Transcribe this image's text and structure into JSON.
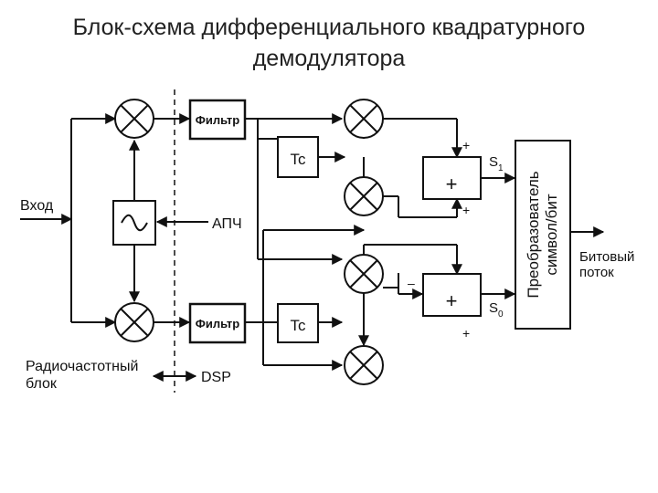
{
  "title": {
    "line1": "Блок-схема дифференциального квадратурного",
    "line2": "демодулятора"
  },
  "labels": {
    "input": "Вход",
    "afc": "АПЧ",
    "filter_top": "Фильтр",
    "filter_bottom": "Фильтр",
    "delay_top": "Tc",
    "delay_bottom": "Tc",
    "adder_top": "+",
    "adder_bottom": "+",
    "s1_letter": "S",
    "s1_sub": "1",
    "s0_letter": "S",
    "s0_sub": "0",
    "plus_1": "+",
    "plus_2": "+",
    "minus_1": "–",
    "plus_3": "+",
    "converter_line1": "Преобразователь",
    "converter_line2": "символ/бит",
    "output_line1": "Битовый",
    "output_line2": "поток",
    "rf_line1": "Радиочастотный",
    "rf_line2": "блок",
    "dsp": "DSP"
  },
  "colors": {
    "ink": "#111111",
    "title": "#222222",
    "background": "#ffffff"
  }
}
